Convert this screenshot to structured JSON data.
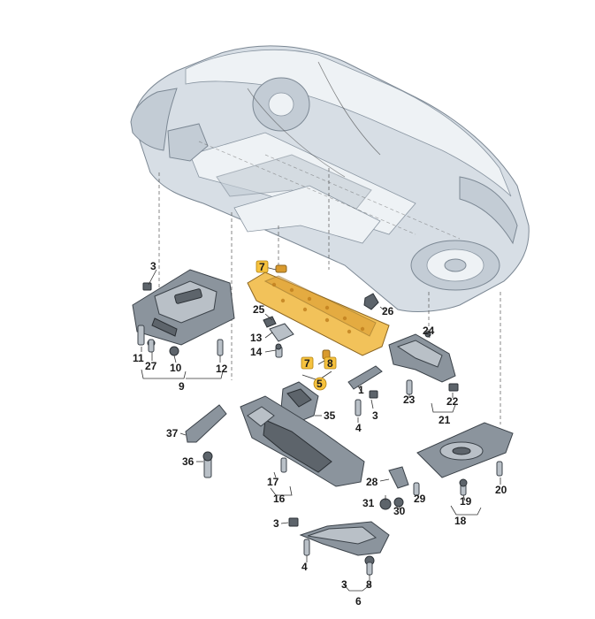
{
  "diagram": {
    "labels": {
      "l1": "1",
      "l3a": "3",
      "l3b": "3",
      "l3c": "3",
      "l3d": "3",
      "l4a": "4",
      "l4b": "4",
      "l5": "5",
      "l6": "6",
      "l7a": "7",
      "l7b": "7",
      "l8a": "8",
      "l8b": "8",
      "l9": "9",
      "l10": "10",
      "l11": "11",
      "l12": "12",
      "l13": "13",
      "l14": "14",
      "l16": "16",
      "l17": "17",
      "l18": "18",
      "l19": "19",
      "l20": "20",
      "l21": "21",
      "l22": "22",
      "l23": "23",
      "l24": "24",
      "l25": "25",
      "l26": "26",
      "l27": "27",
      "l28": "28",
      "l29": "29",
      "l30": "30",
      "l31": "31",
      "l35": "35",
      "l36": "36",
      "l37": "37"
    },
    "highlight_color": "#f2c25a",
    "badge_color": "#f6c23e"
  }
}
